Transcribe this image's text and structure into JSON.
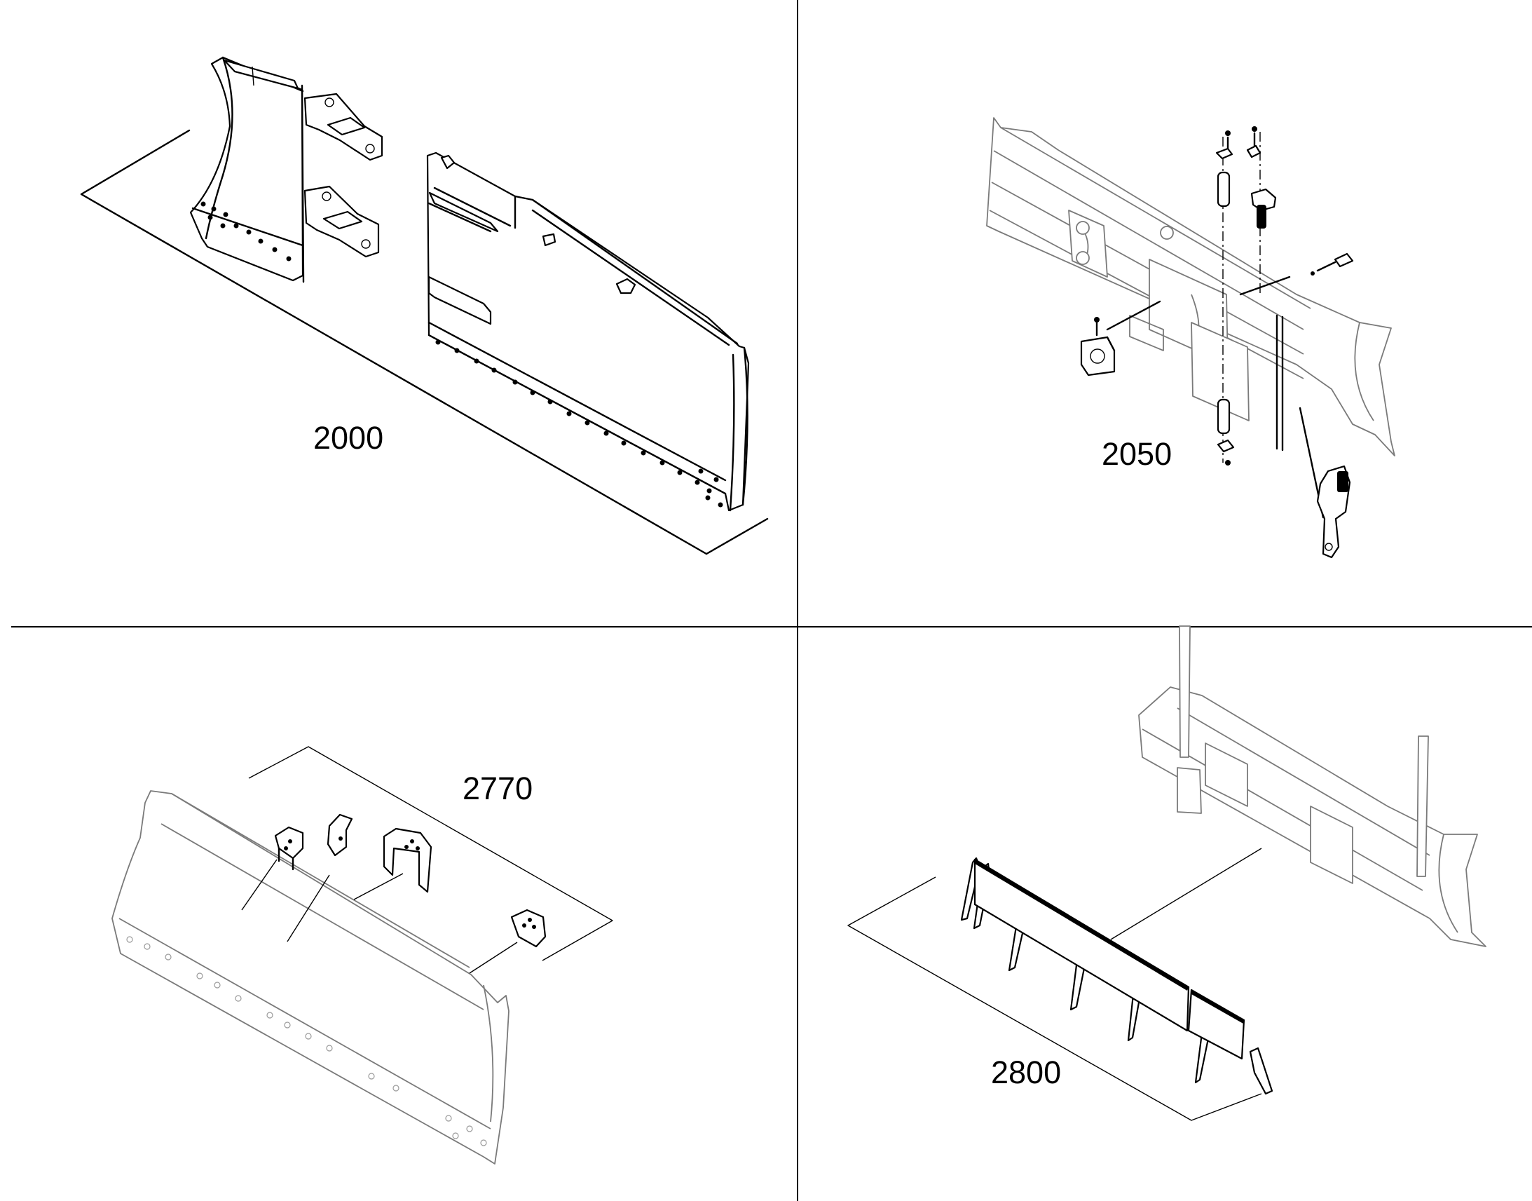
{
  "panels": [
    {
      "id": "blade-assembly",
      "label": "2000"
    },
    {
      "id": "pin-lock-assembly",
      "label": "2050"
    },
    {
      "id": "brackets",
      "label": "2770"
    },
    {
      "id": "wing-plates",
      "label": "2800"
    }
  ]
}
